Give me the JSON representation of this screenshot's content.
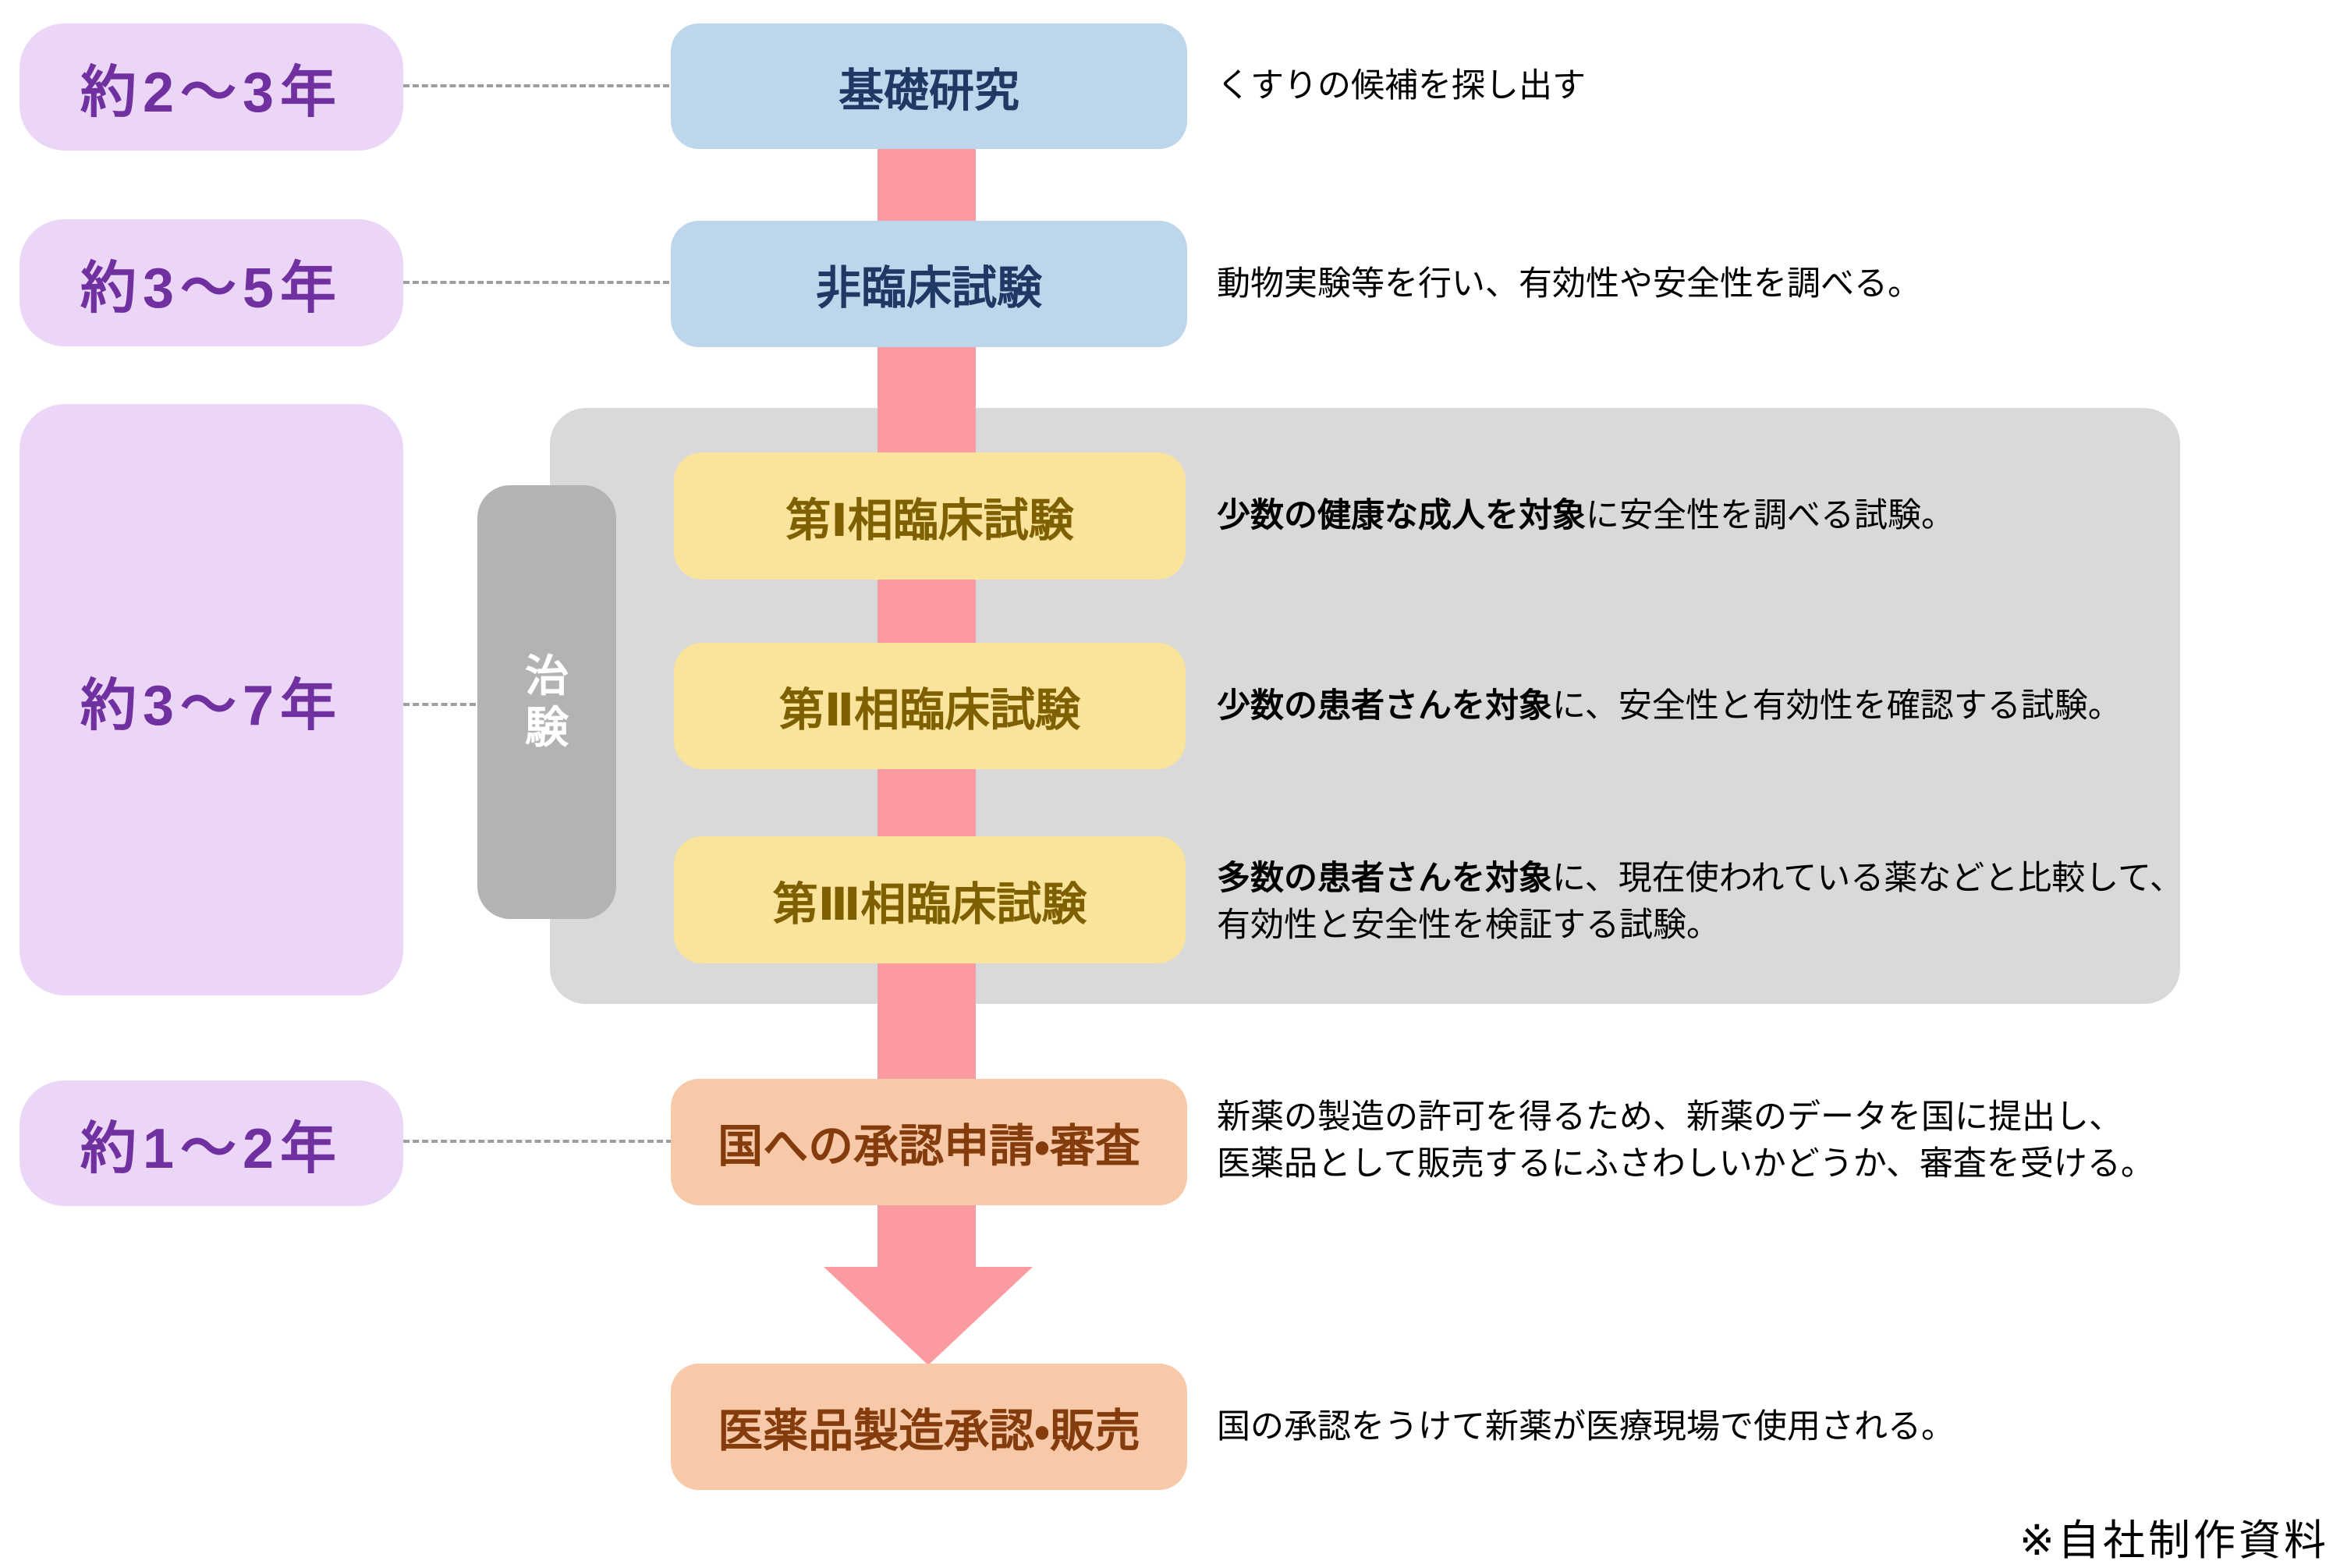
{
  "palette": {
    "duration_fill": "#EBD6F7",
    "duration_text": "#7030A0",
    "blue_fill": "#BDD6EC",
    "blue_text": "#1F3864",
    "yellow_fill": "#FAE49B",
    "yellow_text": "#7F6000",
    "orange_fill": "#F7C9A8",
    "orange_text": "#843C0C",
    "panel_gray": "#D9D9D9",
    "tab_gray": "#B3B3B3",
    "arrow_pink": "#FB9BA1",
    "connector_gray": "#9E9E9E"
  },
  "durations": [
    {
      "label": "約2～3年"
    },
    {
      "label": "約3～5年"
    },
    {
      "label": "約3～7年"
    },
    {
      "label": "約1～2年"
    }
  ],
  "trial_tab_label": "治験",
  "stages": [
    {
      "label": "基礎研究",
      "desc": "くすりの候補を探し出す"
    },
    {
      "label": "非臨床試験",
      "desc": "動物実験等を行い、有効性や安全性を調べる。"
    },
    {
      "label": "第Ⅰ相臨床試験",
      "desc_bold": "少数の健康な成人を対象",
      "desc": "に安全性を調べる試験。"
    },
    {
      "label": "第Ⅱ相臨床試験",
      "desc_bold": "少数の患者さんを対象",
      "desc": "に、安全性と有効性を確認する試験。"
    },
    {
      "label": "第Ⅲ相臨床試験",
      "desc_bold": "多数の患者さんを対象",
      "desc": "に、現在使われている薬などと比較して、",
      "desc_line2": "有効性と安全性を検証する試験。"
    },
    {
      "label": "国への承認申請・審査",
      "desc": "新薬の製造の許可を得るため、新薬のデータを国に提出し、",
      "desc_line2": "医薬品として販売するにふさわしいかどうか、審査を受ける。"
    },
    {
      "label": "医薬品製造承認・販売",
      "desc": "国の承認をうけて新薬が医療現場で使用される。"
    }
  ],
  "footer_note": "※自社制作資料"
}
